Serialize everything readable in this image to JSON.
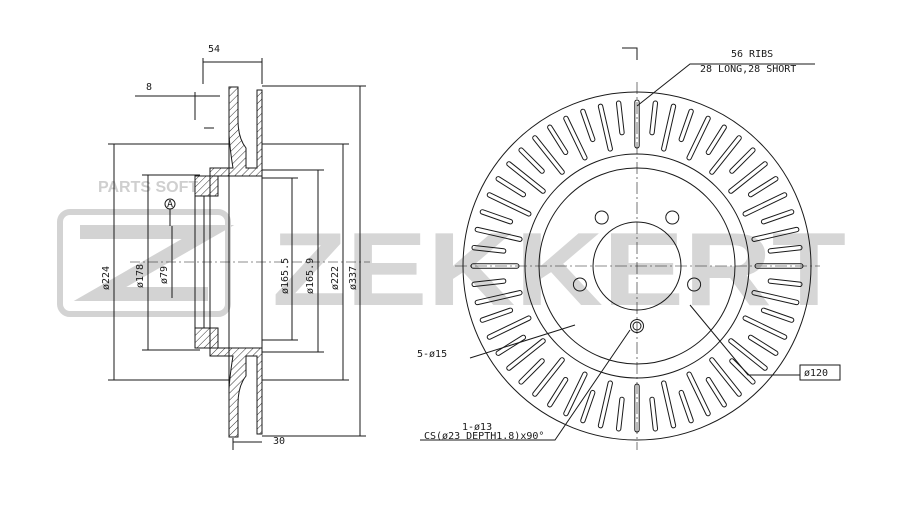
{
  "watermark": {
    "small_text": "PARTS SOFT",
    "brand_text": "ZEKKERT",
    "logo_icon": "zekkert-z-logo-icon",
    "color": "#d6d6d6"
  },
  "section_view": {
    "top_dims": {
      "width": "54",
      "offset": "8"
    },
    "bottom_dims": {
      "thickness": "30"
    },
    "datum_label": "A",
    "diameters": {
      "d224": "ø224",
      "d178": "ø178",
      "d79": "ø79",
      "d165_5": "ø165.5",
      "d165_9": "ø165.9",
      "d222": "ø222",
      "d337": "ø337"
    }
  },
  "front_view": {
    "ribs_note": {
      "line1": "56 RIBS",
      "line2": "28 LONG,28 SHORT"
    },
    "bolt_holes_label": "5-ø15",
    "pcd_label": "ø120",
    "center_hole_note": {
      "line1": "1-ø13",
      "line2": "CS(ø23 DEPTH1.8)x90°"
    }
  },
  "colors": {
    "line": "#1a1a1a",
    "hatch": "#333333"
  }
}
